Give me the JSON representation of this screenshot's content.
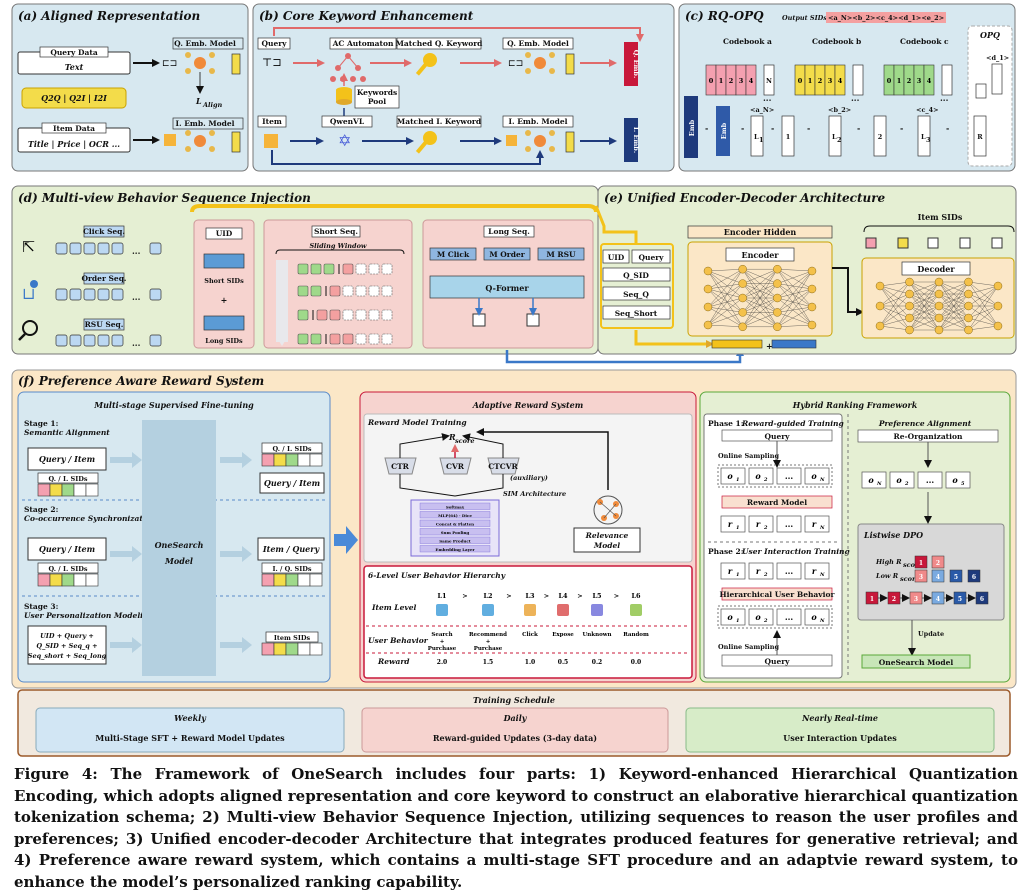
{
  "panel_a": {
    "title": "(a) Aligned Representation",
    "query_data": "Query Data",
    "query_text": "Text",
    "q_emb_model": "Q. Emb. Model",
    "q2q": "Q2Q | Q2I | I2I",
    "l_align": "L",
    "l_align_sub": "Align",
    "item_data": "Item Data",
    "item_fields": "Title | Price | OCR ...",
    "i_emb_model": "I. Emb. Model"
  },
  "panel_b": {
    "title": "(b) Core Keyword Enhancement",
    "query": "Query",
    "ac_automaton": "AC Automaton",
    "matched_q_keyword": "Matched Q. Keyword",
    "q_emb_model": "Q. Emb. Model",
    "keywords_pool_1": "Keywords",
    "keywords_pool_2": "Pool",
    "item": "Item",
    "qwenvl": "QwenVL",
    "matched_i_keyword": "Matched I. Keyword",
    "i_emb_model": "I. Emb. Model",
    "q_emb": "Q. Emb.",
    "i_emb": "I. Emb."
  },
  "panel_c": {
    "title": "(c) RQ-OPQ",
    "output_sids_label": "Output SIDs:",
    "output_sids": "<a_N><b_2><c_4><d_1><e_2>",
    "codebook_a": "Codebook a",
    "codebook_b": "Codebook b",
    "codebook_c": "Codebook c",
    "opq": "OPQ",
    "emb": "Emb",
    "n": "N",
    "r": "R",
    "dots": "...",
    "a_n": "<a_N>",
    "b_2": "<b_2>",
    "c_4": "<c_4>",
    "d_1": "<d_1>",
    "minus": "-",
    "l": "L",
    "l1": "1",
    "l2": "2",
    "l3": "3",
    "one": "1",
    "two": "2"
  },
  "panel_d": {
    "title": "(d) Multi-view Behavior Sequence Injection",
    "click_seq": "Click Seq.",
    "order_seq": "Order Seq.",
    "rsu_seq": "RSU Seq.",
    "dots": "...",
    "uid": "UID",
    "short_sids": "Short SIDs",
    "plus": "+",
    "long_sids": "Long SIDs",
    "short_seq": "Short Seq.",
    "sliding_window": "Sliding Window",
    "long_seq": "Long Seq.",
    "m_click": "M Click",
    "m_order": "M Order",
    "m_rsu": "M RSU",
    "q_former": "Q-Former"
  },
  "panel_e": {
    "title": "(e) Unified Encoder-Decoder Architecture",
    "uid": "UID",
    "query": "Query",
    "q_sid": "Q_SID",
    "seq_q": "Seq_Q",
    "seq_short": "Seq_Short",
    "encoder_hidden": "Encoder Hidden",
    "encoder": "Encoder",
    "item_sids": "Item SIDs",
    "decoder": "Decoder",
    "plus": "+"
  },
  "panel_f": {
    "title": "(f) Preference Aware Reward System",
    "sft": {
      "title": "Multi-stage Supervised Fine-tuning",
      "stage1": "Stage 1:",
      "stage1_name": "Semantic Alignment",
      "stage2": "Stage 2:",
      "stage2_name": "Co-occurrence Synchronization",
      "stage3": "Stage 3:",
      "stage3_name": "User Personalization Modeling",
      "query_item": "Query / Item",
      "qi_sids": "Q. / I. SIDs",
      "iq_sids": "I. / Q. SIDs",
      "item_query": "Item / Query",
      "item_sids": "Item SIDs",
      "model_1": "OneSearch",
      "model_2": "Model",
      "uid_1": "UID + Query +",
      "uid_2": "Q_SID + Seq_q +",
      "uid_3": "Seq_short + Seq_long"
    },
    "reward": {
      "title": "Adaptive Reward System",
      "training": "Reward Model Training",
      "r_score": "R",
      "r_score_sub": "score",
      "ctr": "CTR",
      "cvr": "CVR",
      "ctcvr": "CTCVR",
      "auxiliary": "(auxiliary)",
      "sim": "SIM Architecture",
      "relevance_1": "Relevance",
      "relevance_2": "Model",
      "sim_l1": "Softmax",
      "sim_l2": "MLP(64) · Dice",
      "sim_l3": "Concat & Flatten",
      "sim_l4": "Sum Pooling",
      "sim_l5": "Same Product",
      "sim_l6": "Embedding Layer",
      "hierarchy": "6-Level User Behavior Hierarchy",
      "item_level": "Item Level",
      "user_behavior": "User Behavior",
      "reward_label": "Reward",
      "levels": [
        "L1",
        "L2",
        "L3",
        "L4",
        "L5",
        "L6"
      ],
      "gt": ">",
      "behaviors_top": [
        "Search",
        "Recommend",
        "Click",
        "Expose",
        "Unknown",
        "Random"
      ],
      "behaviors_mid": [
        "+",
        "+"
      ],
      "behaviors_bot": [
        "Purchase",
        "Purchase"
      ],
      "rewards": [
        "2.0",
        "1.5",
        "1.0",
        "0.5",
        "0.2",
        "0.0"
      ]
    },
    "ranking": {
      "title": "Hybrid Ranking Framework",
      "phase1": "Phase 1:",
      "phase1_name": "Reward-guided Training",
      "query": "Query",
      "online_sampling": "Online Sampling",
      "reward_model": "Reward Model",
      "phase2": "Phase 2:",
      "phase2_name": "User Interaction Training",
      "hierarchical": "Hierarchical User Behavior",
      "pref_alignment": "Preference Alignment",
      "reorg": "Re-Organization",
      "listwise": "Listwise DPO",
      "high": "High R",
      "low": "Low R",
      "score_sub": "score",
      "update": "Update",
      "onesearch_model": "OneSearch Model",
      "o": "o",
      "r": "r",
      "s1": "1",
      "s2": "2",
      "sn": "N",
      "s5": "5",
      "dots": "...",
      "n1": "1",
      "n2": "2",
      "n3": "3",
      "n4": "4",
      "n5": "5",
      "n6": "6"
    }
  },
  "schedule": {
    "title": "Training Schedule",
    "weekly": "Weekly",
    "weekly_desc": "Multi-Stage SFT + Reward Model Updates",
    "daily": "Daily",
    "daily_desc": "Reward-guided Updates (3-day data)",
    "realtime": "Nearly Real-time",
    "realtime_desc": "User Interaction Updates"
  },
  "caption": "Figure 4: The Framework of OneSearch includes four parts: 1) Keyword-enhanced Hierarchical Quantization Encoding, which adopts aligned representation and core keyword to construct an elaborative hierarchical quantization tokenization schema; 2) Multi-view Behavior Sequence Injection, utilizing sequences to reason the user profiles and preferences; 3) Unified encoder-decoder Architecture that integrates produced features for generative retrieval; and 4) Preference aware reward system, which contains a multi-stage SFT procedure and an adaptvie reward system, to enhance the model’s personalized ranking capability.",
  "colors": {
    "blue_panel": "#d7e8f0",
    "pink_panel": "#f6d3cf",
    "green_panel": "#e5efd3",
    "orange_panel": "#fbe7c7",
    "yellow": "#f3dc4a",
    "red": "#c8183a",
    "navy": "#1e3a7c",
    "green_node": "#9fd98a",
    "orange_node": "#f4c14a"
  }
}
